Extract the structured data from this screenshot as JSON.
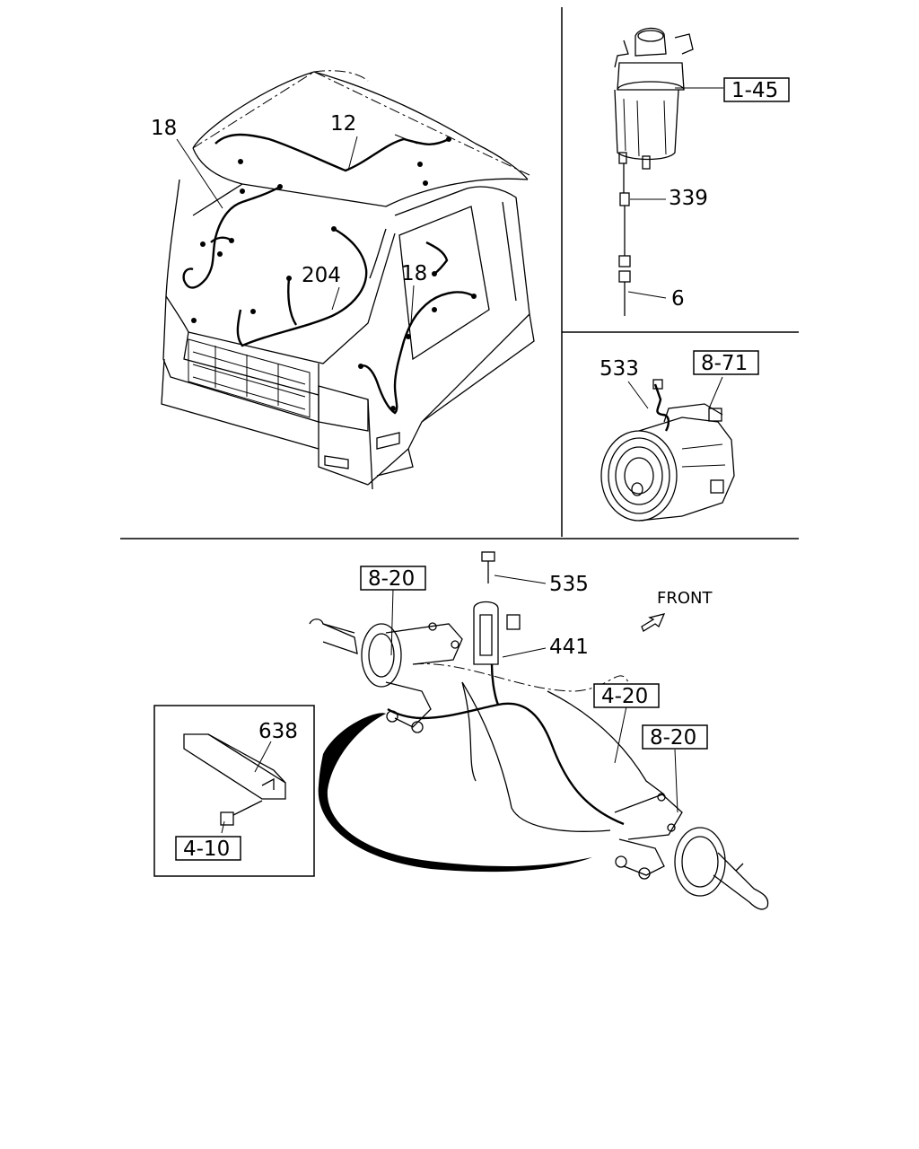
{
  "callouts": {
    "c18a": "18",
    "c12": "12",
    "c204": "204",
    "c18b": "18",
    "c145": "1-45",
    "c339": "339",
    "c6": "6",
    "c533": "533",
    "c871": "8-71",
    "c820a": "8-20",
    "c535": "535",
    "c441": "441",
    "c420": "4-20",
    "c820b": "8-20",
    "c638": "638",
    "c410": "4-10"
  },
  "front_label": "FRONT"
}
